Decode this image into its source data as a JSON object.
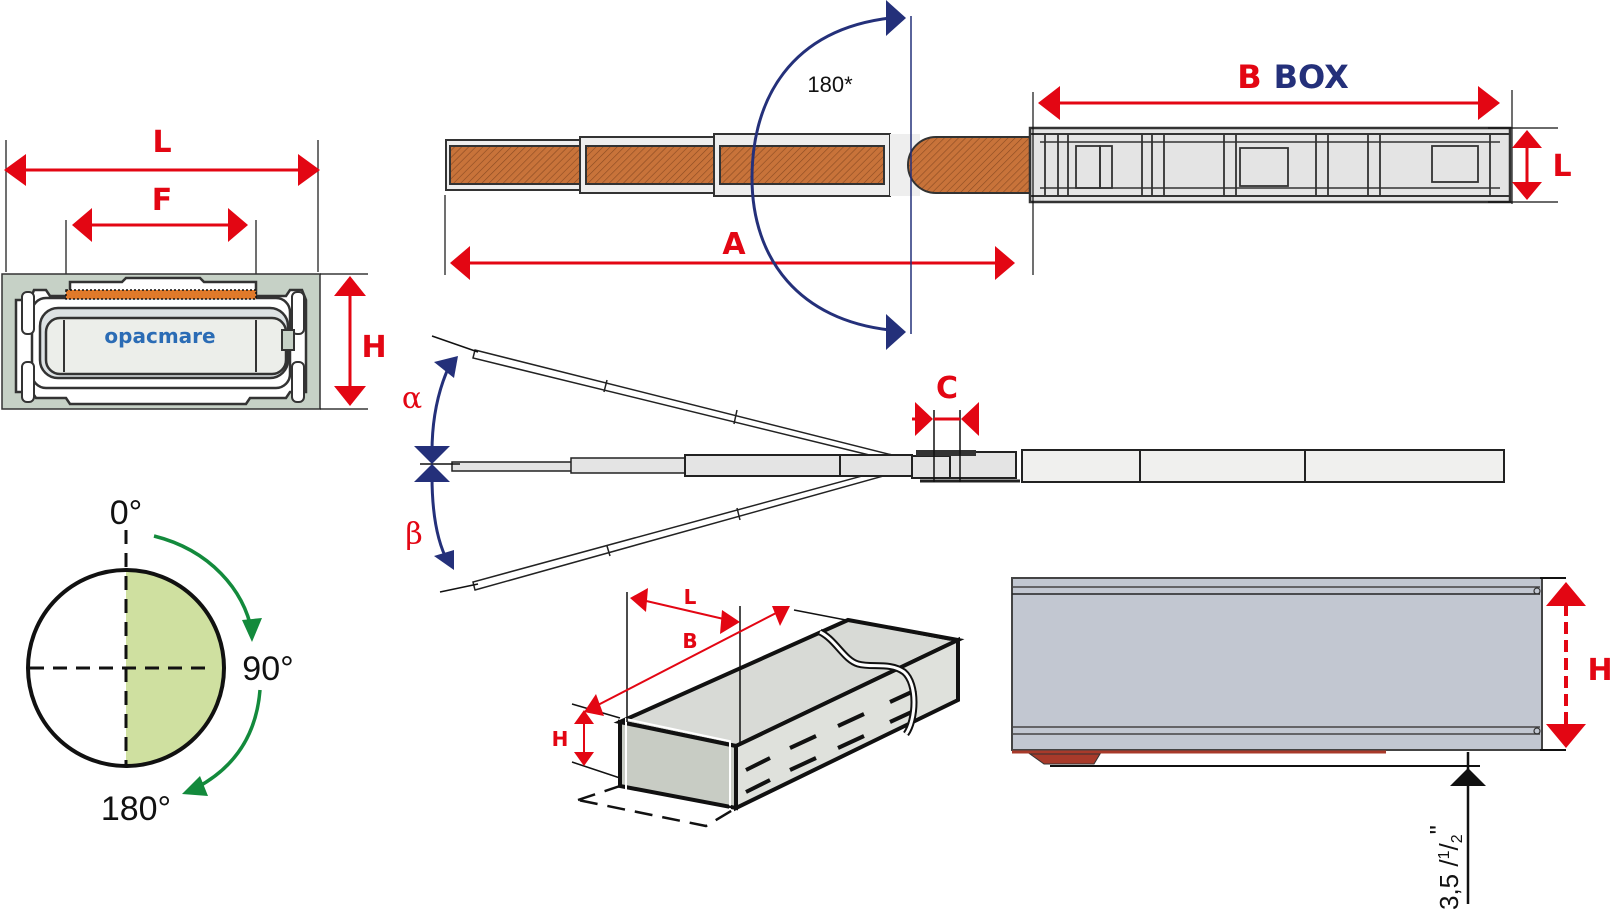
{
  "colors": {
    "dimension_red": "#e30613",
    "rotation_navy": "#24307a",
    "rotation_green": "#138a3c",
    "sector_fill": "#cfe0a0",
    "wood": "#c8733a",
    "profile_grey": "#c7ccd4",
    "housing_green_grey": "#c6d1c6",
    "brown_base": "#a83a2a"
  },
  "cross_section": {
    "width_label": "L",
    "inner_width_label": "F",
    "height_label": "H",
    "brand": "opacmare"
  },
  "top_view": {
    "rotation_label": "180*",
    "length_label": "A",
    "box_label_letter": "B",
    "box_label_word": "BOX",
    "box_height_label": "L"
  },
  "side_view": {
    "upper_angle_label": "α",
    "lower_angle_label": "β",
    "offset_label": "C"
  },
  "rotation_dial": {
    "start_label": "0°",
    "mid_label": "90°",
    "end_label": "180°",
    "fill_fraction": 0.5
  },
  "iso_box": {
    "width_label": "L",
    "length_label": "B",
    "height_label": "H"
  },
  "elevation": {
    "height_label": "H",
    "clearance_label": "3,5 /",
    "clearance_fraction_num": "1",
    "clearance_fraction_den": "2",
    "clearance_unit": "\""
  }
}
